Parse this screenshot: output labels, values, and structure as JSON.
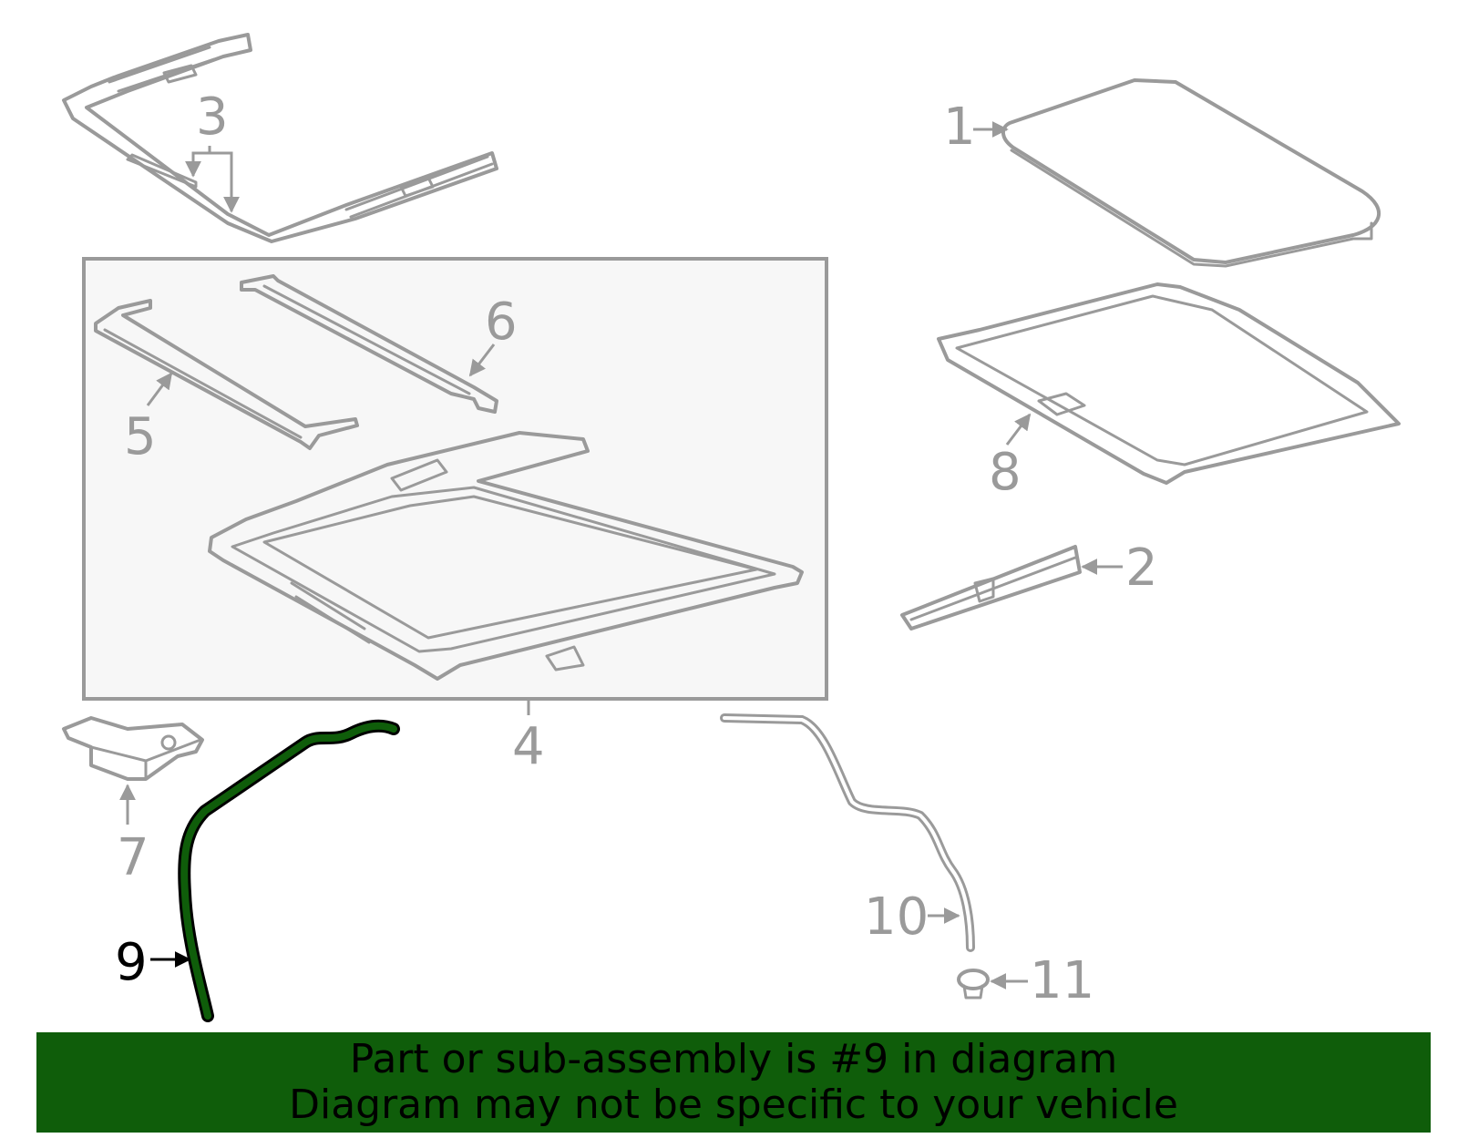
{
  "callouts": {
    "c1": "1",
    "c2": "2",
    "c3": "3",
    "c4": "4",
    "c5": "5",
    "c6": "6",
    "c7": "7",
    "c8": "8",
    "c9": "9",
    "c10": "10",
    "c11": "11"
  },
  "highlight": {
    "part": "9",
    "color": "#0f5d0a"
  },
  "banner": {
    "line1": "Part or sub-assembly is #9 in diagram",
    "line2": "Diagram may not be specific to your vehicle",
    "background": "#0f5d0a"
  }
}
